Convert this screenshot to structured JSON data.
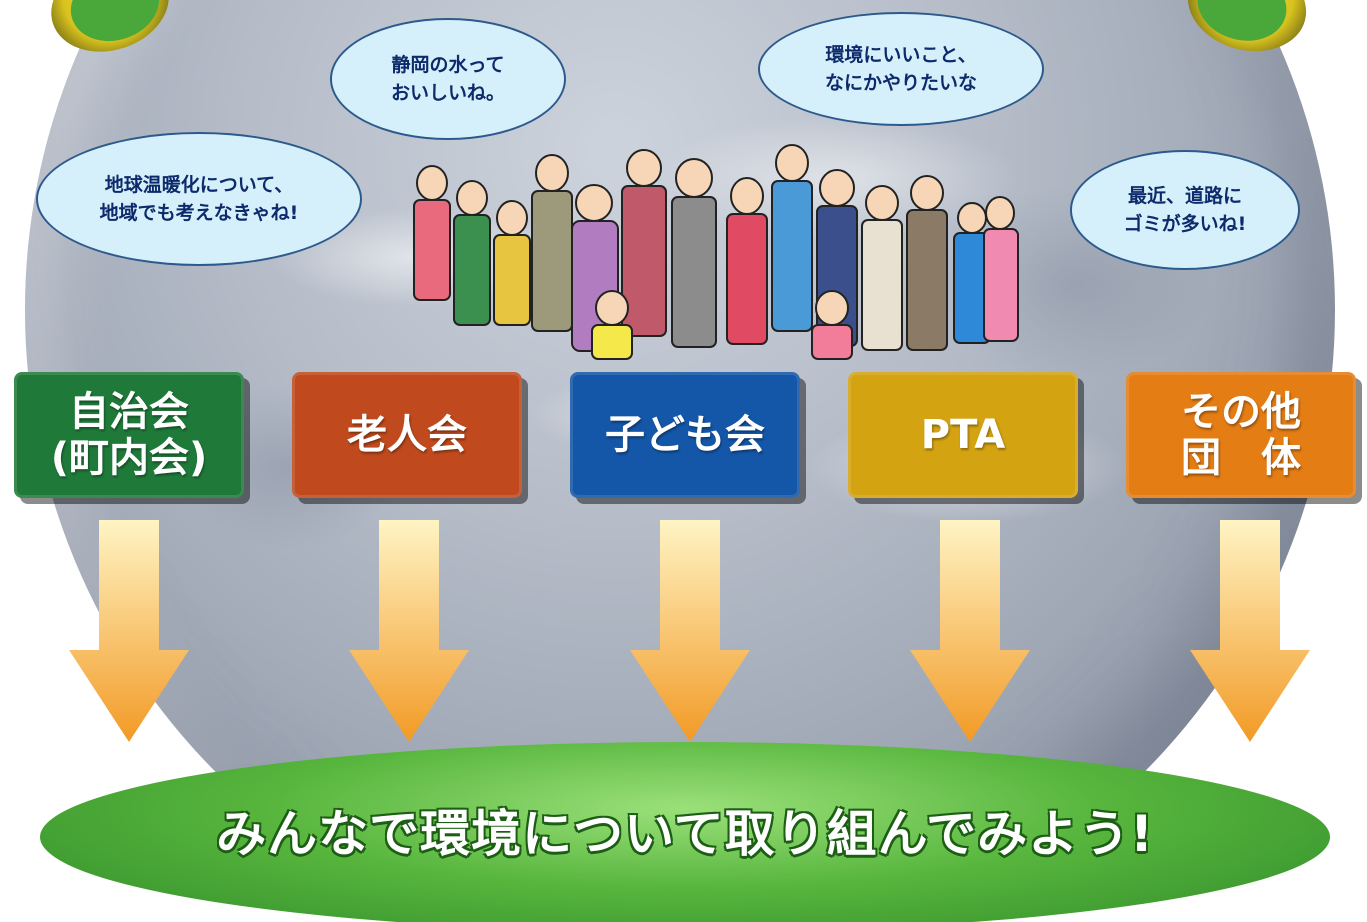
{
  "bubbles": [
    {
      "text": "静岡の水って\nおいしいね。"
    },
    {
      "text": "環境にいいこと、\nなにかやりたいな"
    },
    {
      "text": "地球温暖化について、\n地域でも考えなきゃね!"
    },
    {
      "text": "最近、道路に\nゴミが多いね!"
    }
  ],
  "groups": [
    {
      "label": "自治会\n(町内会)",
      "color": "#1f7a3a"
    },
    {
      "label": "老人会",
      "color": "#c04a1e"
    },
    {
      "label": "子ども会",
      "color": "#1457a8"
    },
    {
      "label": "PTA",
      "color": "#d4a312"
    },
    {
      "label": "その他\n団　体",
      "color": "#e47d14"
    }
  ],
  "arrow_colors": {
    "light": "#fff4c4",
    "dark": "#f29a25"
  },
  "slogan": "みんなで環境について取り組んでみよう!",
  "illustration": {
    "name": "crowd-of-community-members"
  }
}
